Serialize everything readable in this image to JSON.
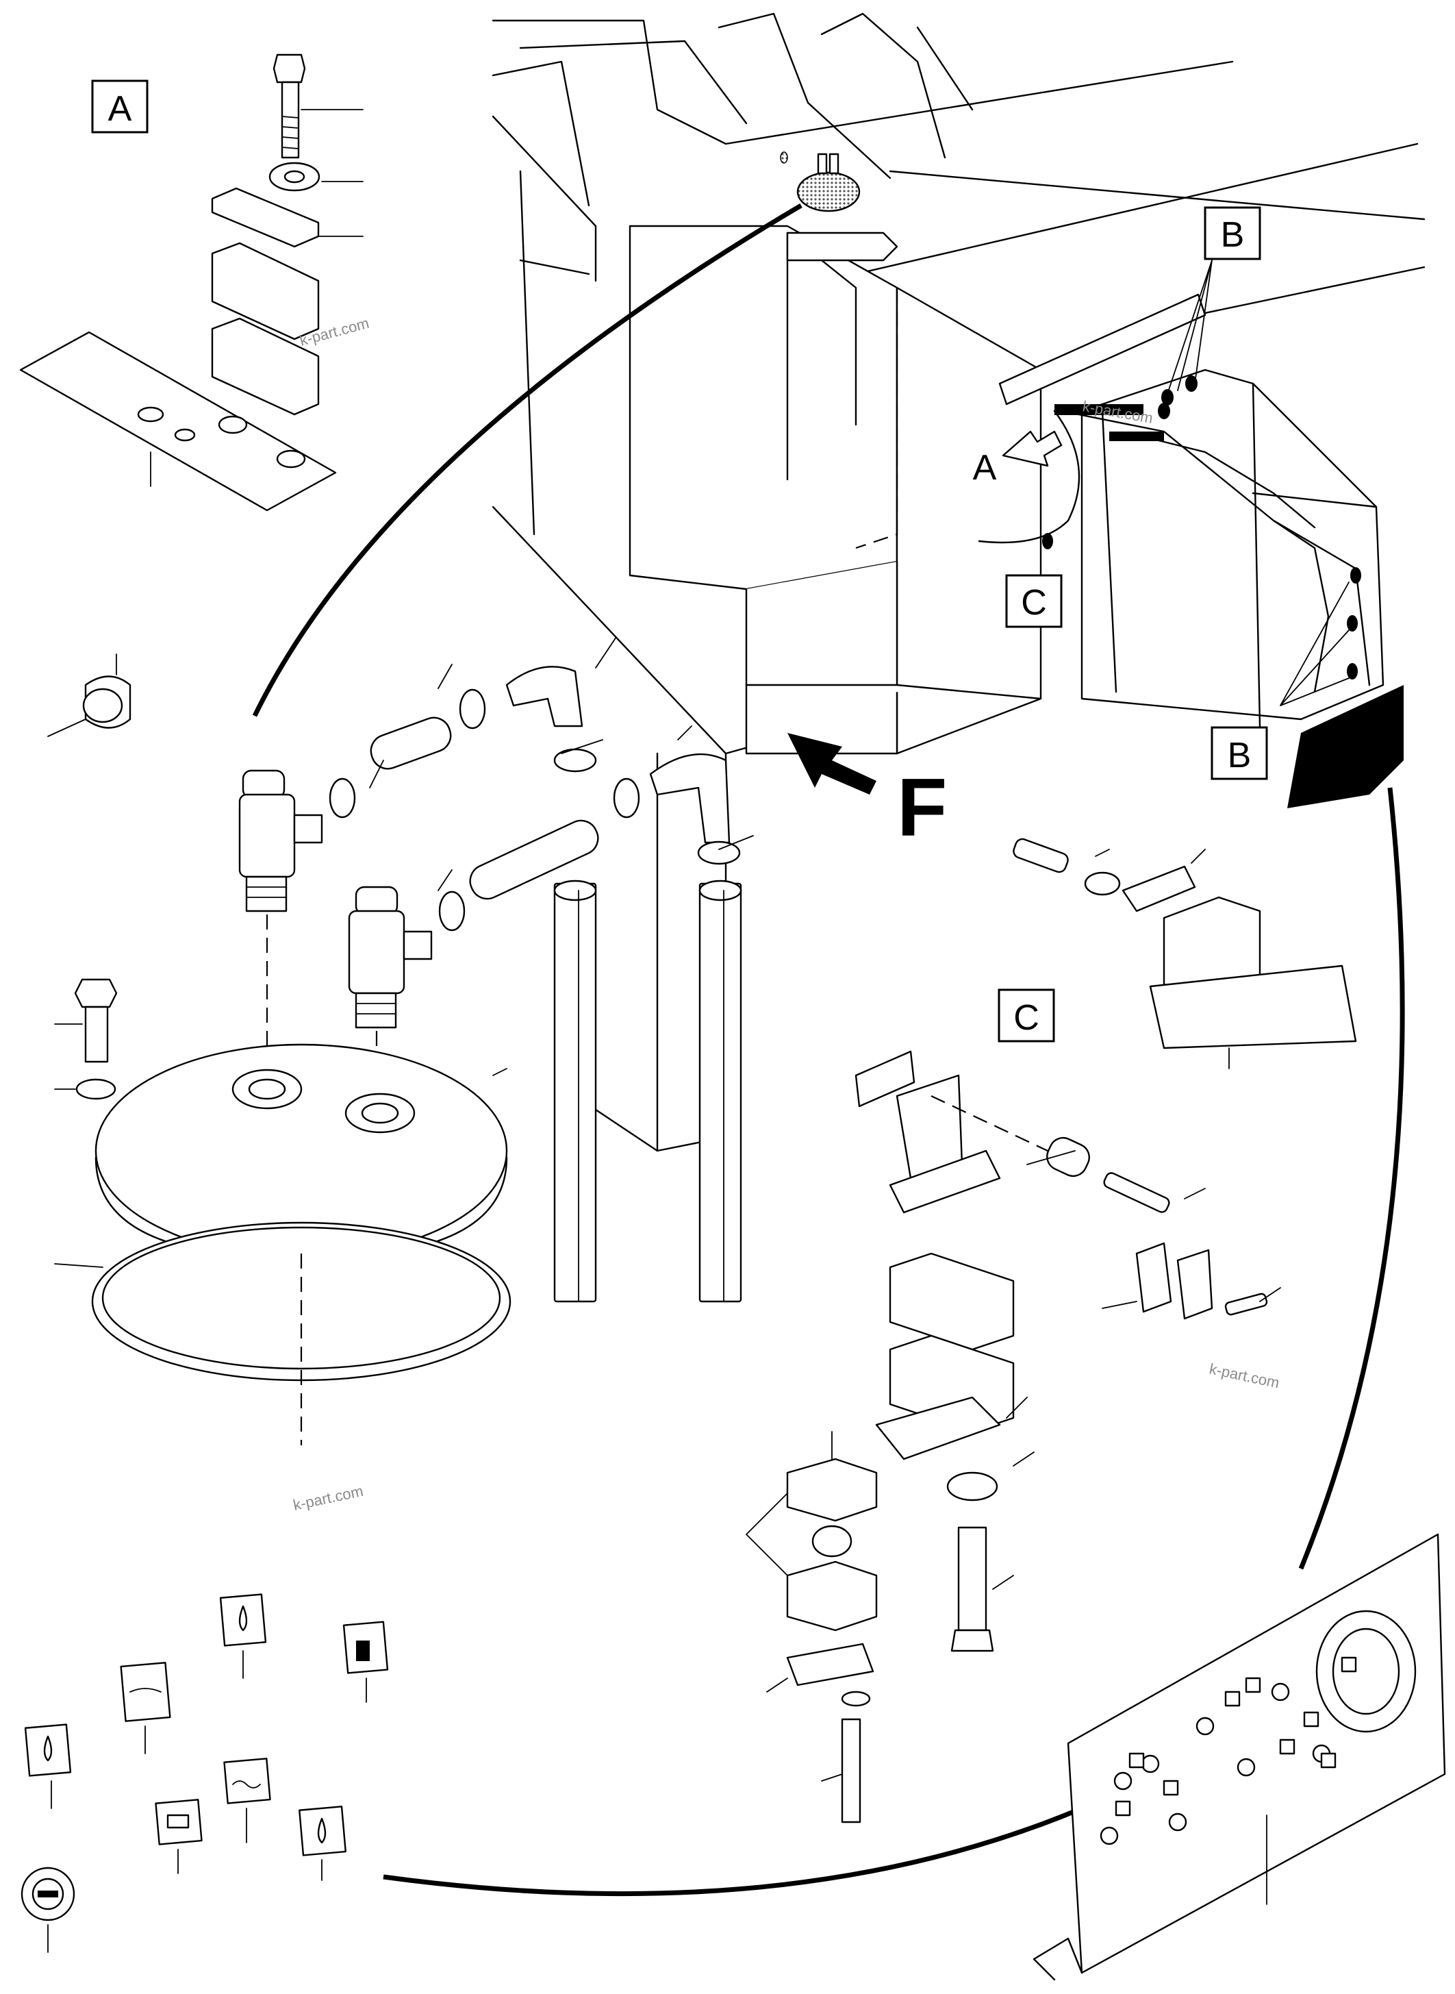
{
  "labels": {
    "detail_a": "A",
    "detail_b": "B",
    "detail_c": "C",
    "arrow_a": "A",
    "callout_c": "C",
    "callout_b": "B",
    "front_mark": "F"
  },
  "watermarks": [
    "k-part.com",
    "k-part.com",
    "k-part.com",
    "k-part.com"
  ],
  "colors": {
    "ink": "#000000",
    "hatch": "#7a7a7a",
    "watermark": "#8a8a8a",
    "paper": "#ffffff"
  },
  "icons": [
    "drop-in-box-icon",
    "coolant-level-icon",
    "fuel-icon",
    "oil-can-icon",
    "battery-icon",
    "heater-icon",
    "water-drop-icon",
    "gear-icon"
  ]
}
